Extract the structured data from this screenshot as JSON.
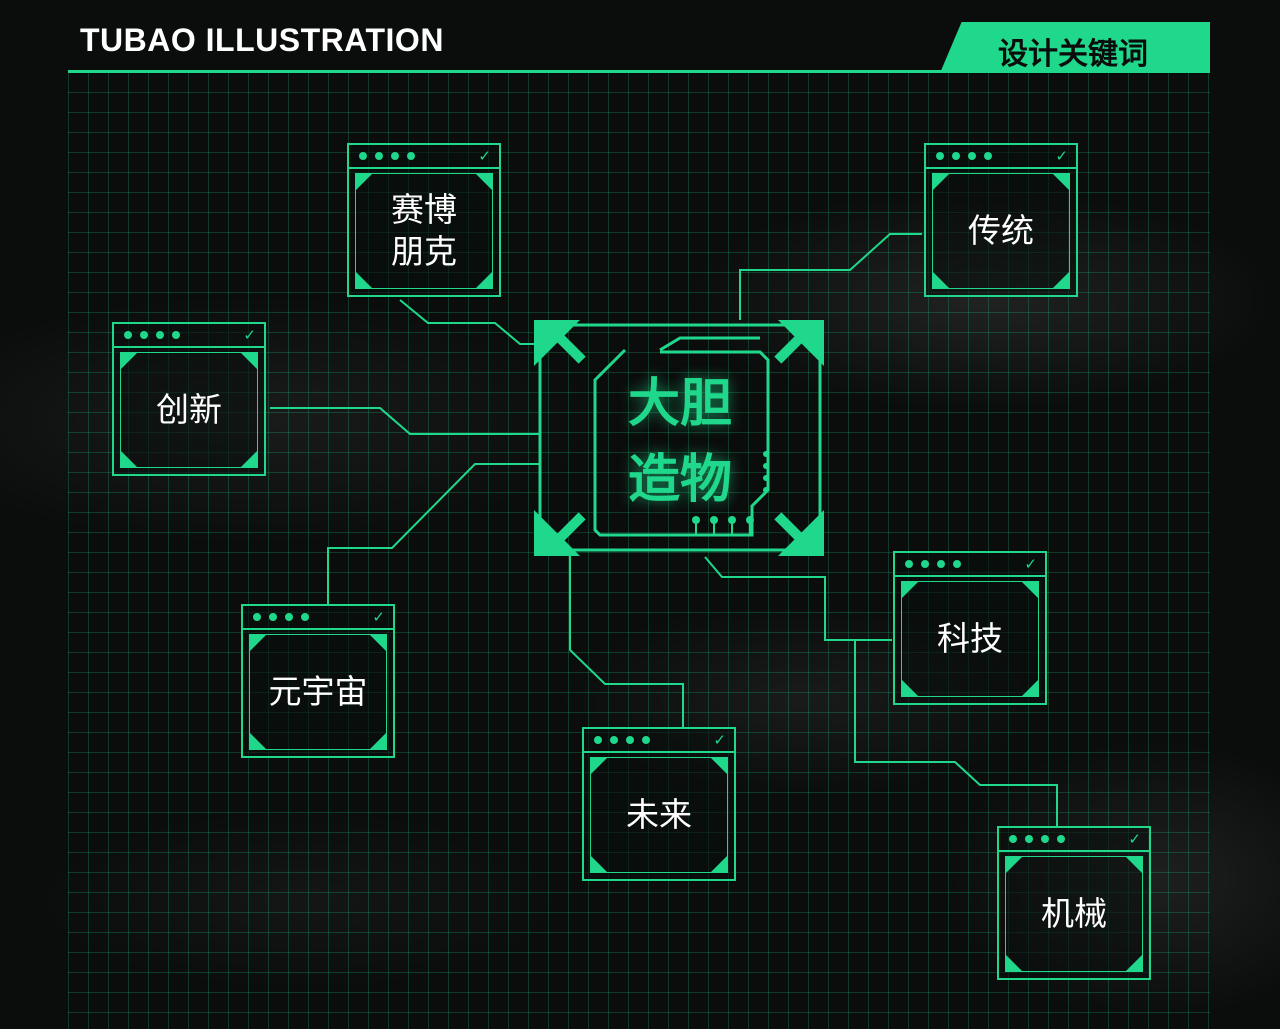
{
  "header": {
    "brand": "TUBAO ILLUSTRATION",
    "tag": "设计关键词"
  },
  "core": {
    "label": "大胆\n造物"
  },
  "keywords": [
    {
      "id": "cyberpunk",
      "label": "赛博\n朋克"
    },
    {
      "id": "tradition",
      "label": "传统"
    },
    {
      "id": "innovation",
      "label": "创新"
    },
    {
      "id": "metaverse",
      "label": "元宇宙"
    },
    {
      "id": "future",
      "label": "未来"
    },
    {
      "id": "technology",
      "label": "科技"
    },
    {
      "id": "machinery",
      "label": "机械"
    }
  ],
  "colors": {
    "accent": "#1fd88b",
    "background": "#0b0c0c",
    "text": "#ffffff"
  },
  "icons": {
    "window_dots": "status-dots-icon",
    "window_check": "checkmark-icon"
  }
}
